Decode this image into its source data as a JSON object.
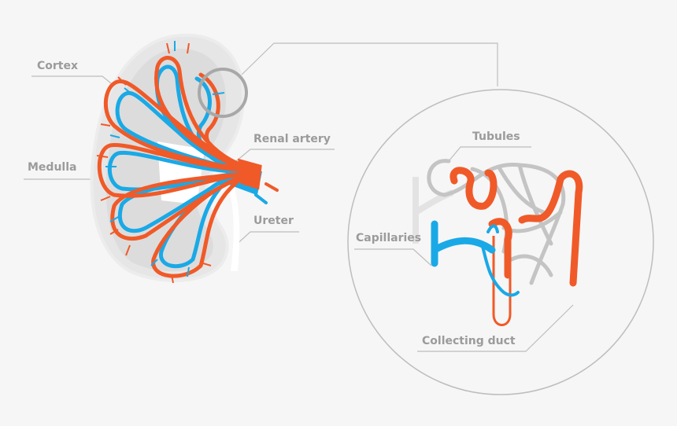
{
  "labels": {
    "cortex": "Cortex",
    "medulla": "Medulla",
    "renal_artery": "Renal artery",
    "ureter": "Ureter",
    "tubules": "Tubules",
    "capillaries": "Capillaries",
    "collecting_duct": "Collecting duct"
  },
  "colors": {
    "artery": "#f05a28",
    "vein": "#1aa9e6",
    "tissue": "#e4e4e4",
    "leader_line": "#bdbdbd",
    "label_text": "#9b9b9b",
    "background": "#f6f6f6"
  }
}
